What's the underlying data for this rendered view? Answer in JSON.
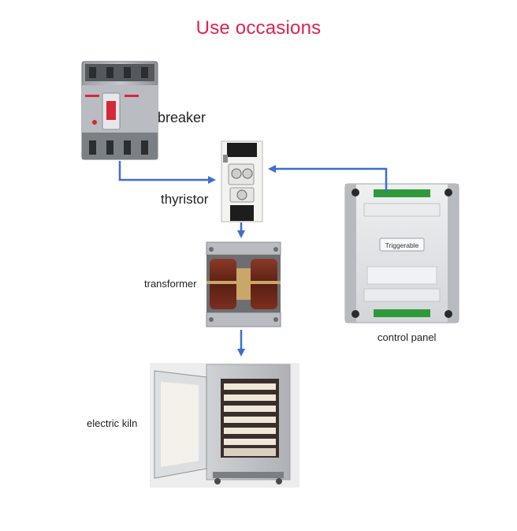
{
  "title": "Use occasions",
  "components": {
    "breaker": "breaker",
    "thyristor": "thyristor",
    "transformer": "transformer",
    "control_panel": "control panel",
    "electric_kiln": "electric kiln"
  },
  "control_panel_badge": "Triggerable",
  "colors": {
    "title": "#e0224e",
    "arrow": "#3d6fd0",
    "breaker_switch": "#d8263a",
    "terminal_green": "#2f9a3a"
  }
}
